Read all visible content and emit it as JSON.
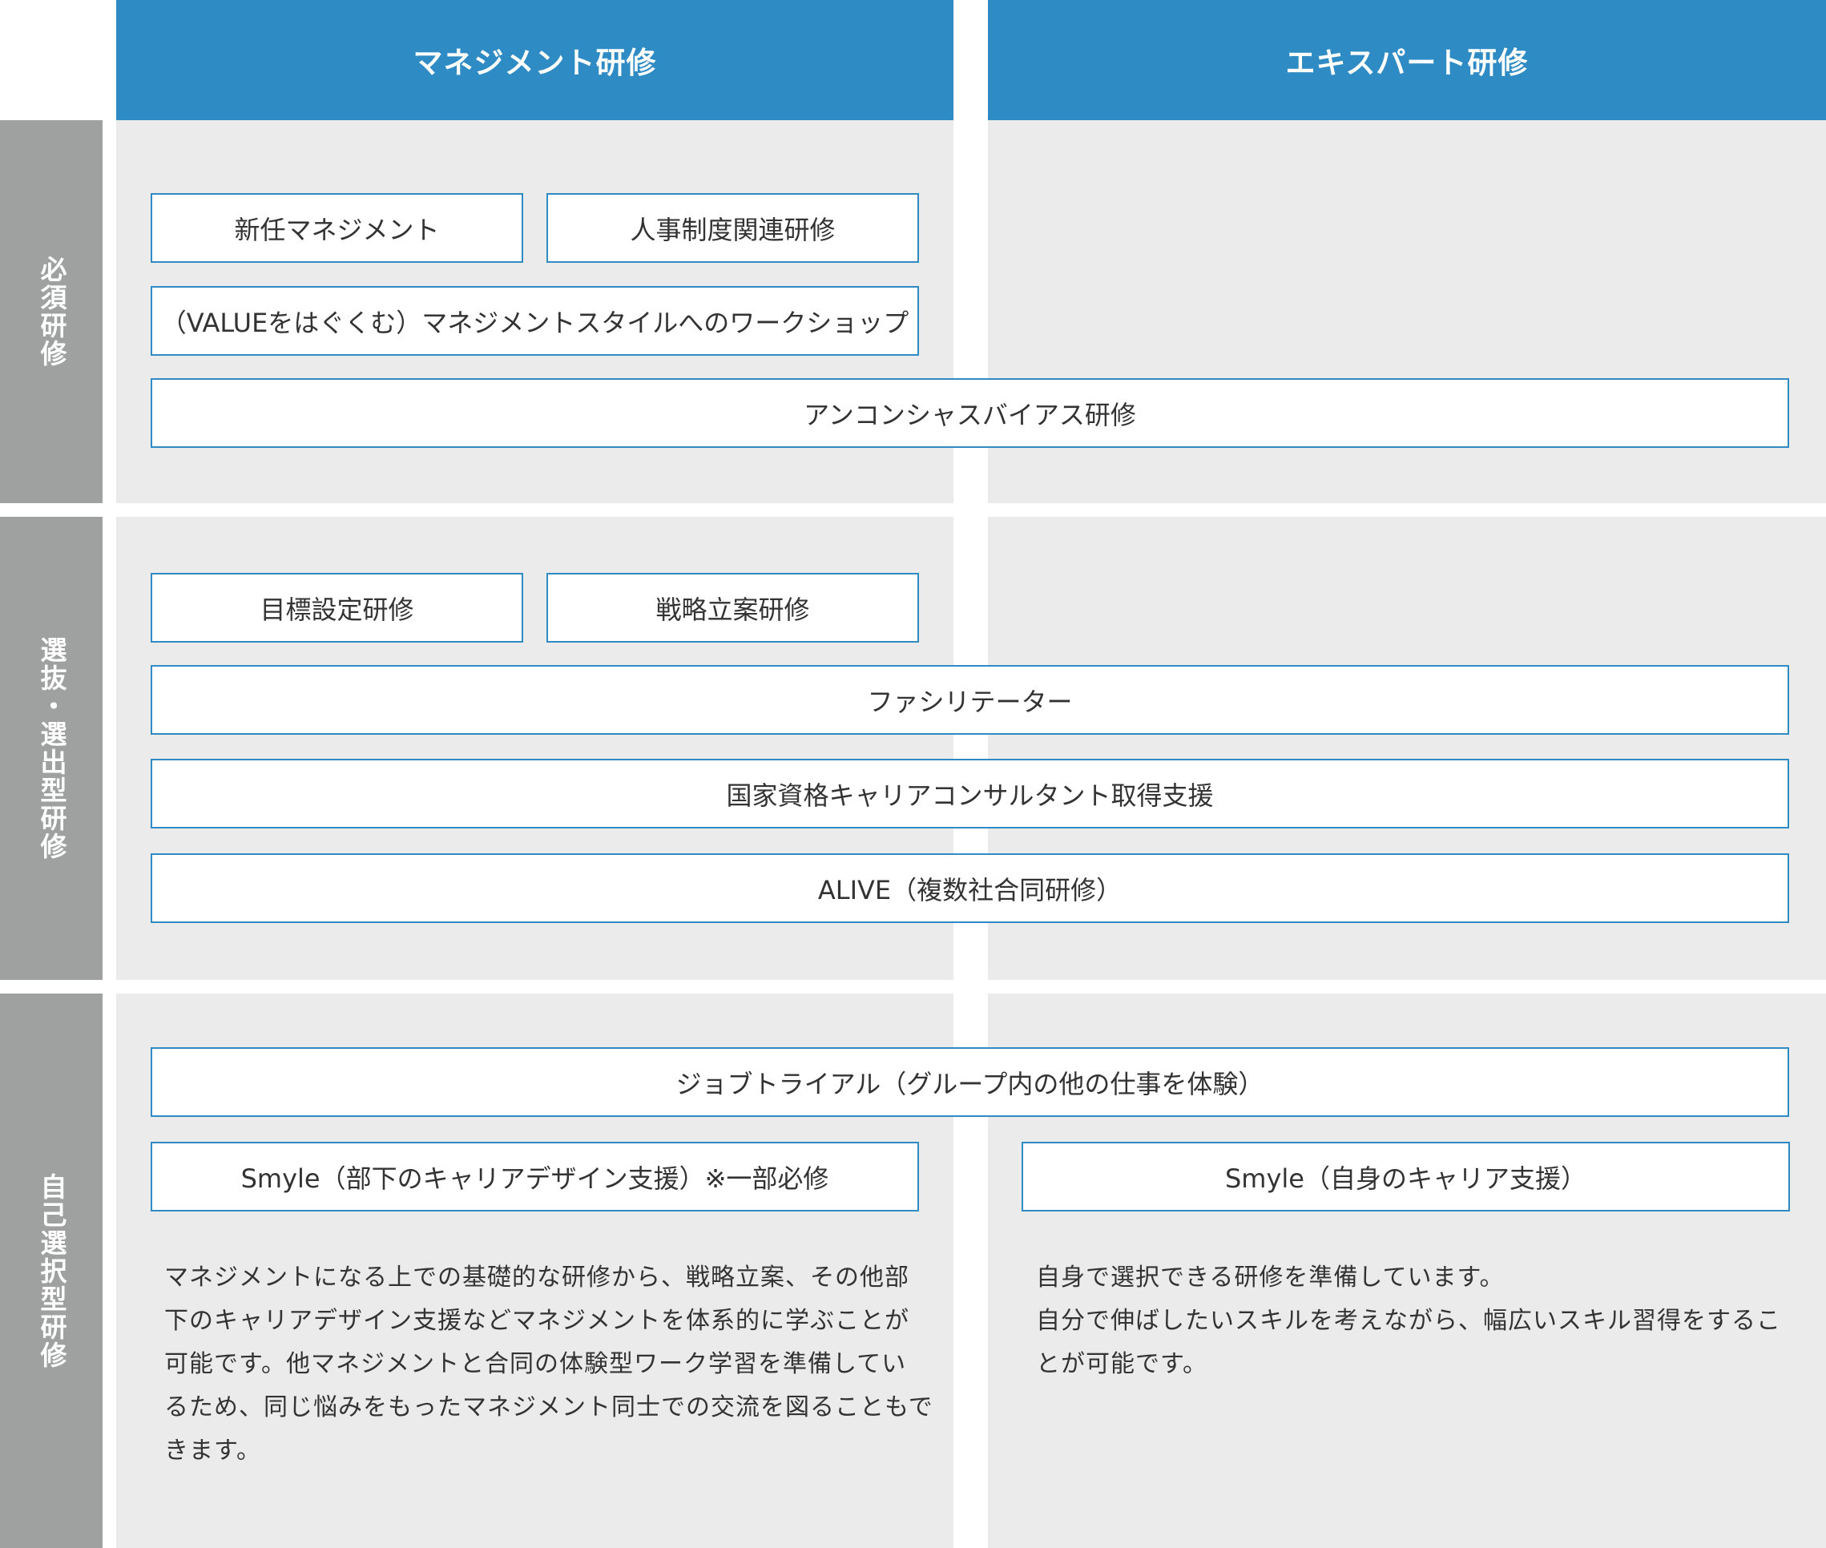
{
  "headers": {
    "management": "マネジメント研修",
    "expert": "エキスパート研修"
  },
  "rows": {
    "required": "必須研修",
    "selection": "選抜・選出型研修",
    "self": "自己選択型研修"
  },
  "boxes": {
    "new_management": "新任マネジメント",
    "hr_system": "人事制度関連研修",
    "value_workshop": "（VALUEをはぐくむ）マネジメントスタイルへのワークショップ",
    "unconscious_bias": "アンコンシャスバイアス研修",
    "goal_setting": "目標設定研修",
    "strategy": "戦略立案研修",
    "facilitator": "ファシリテーター",
    "career_consultant": "国家資格キャリアコンサルタント取得支援",
    "alive": "ALIVE（複数社合同研修）",
    "job_trial": "ジョブトライアル（グループ内の他の仕事を体験）",
    "smyle_subordinate": "Smyle（部下のキャリアデザイン支援）※一部必修",
    "smyle_self": "Smyle（自身のキャリア支援）"
  },
  "descriptions": {
    "management": [
      "マネジメントになる上での基礎的な研修から、戦略立案、その他部",
      "下のキャリアデザイン支援などマネジメントを体系的に学ぶことが",
      "可能です。他マネジメントと合同の体験型ワーク学習を準備してい",
      "るため、同じ悩みをもったマネジメント同士での交流を図ることもで",
      "きます。"
    ],
    "expert": [
      "自身で選択できる研修を準備しています。",
      "自分で伸ばしたいスキルを考えながら、幅広いスキル習得をするこ",
      "とが可能です。"
    ]
  },
  "colors": {
    "header": "#2f8bc3",
    "panel": "#ebebec",
    "sidebar": "#9fa0a0",
    "border": "#2f8bc3"
  }
}
